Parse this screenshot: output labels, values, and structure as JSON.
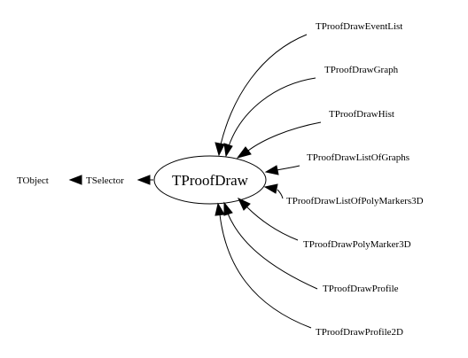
{
  "graph": {
    "center": {
      "label": "TProofDraw"
    },
    "ancestors": [
      {
        "label": "TObject"
      },
      {
        "label": "TSelector"
      }
    ],
    "derived": [
      {
        "label": "TProofDrawEventList"
      },
      {
        "label": "TProofDrawGraph"
      },
      {
        "label": "TProofDrawHist"
      },
      {
        "label": "TProofDrawListOfGraphs"
      },
      {
        "label": "TProofDrawListOfPolyMarkers3D"
      },
      {
        "label": "TProofDrawPolyMarker3D"
      },
      {
        "label": "TProofDrawProfile"
      },
      {
        "label": "TProofDrawProfile2D"
      }
    ]
  }
}
